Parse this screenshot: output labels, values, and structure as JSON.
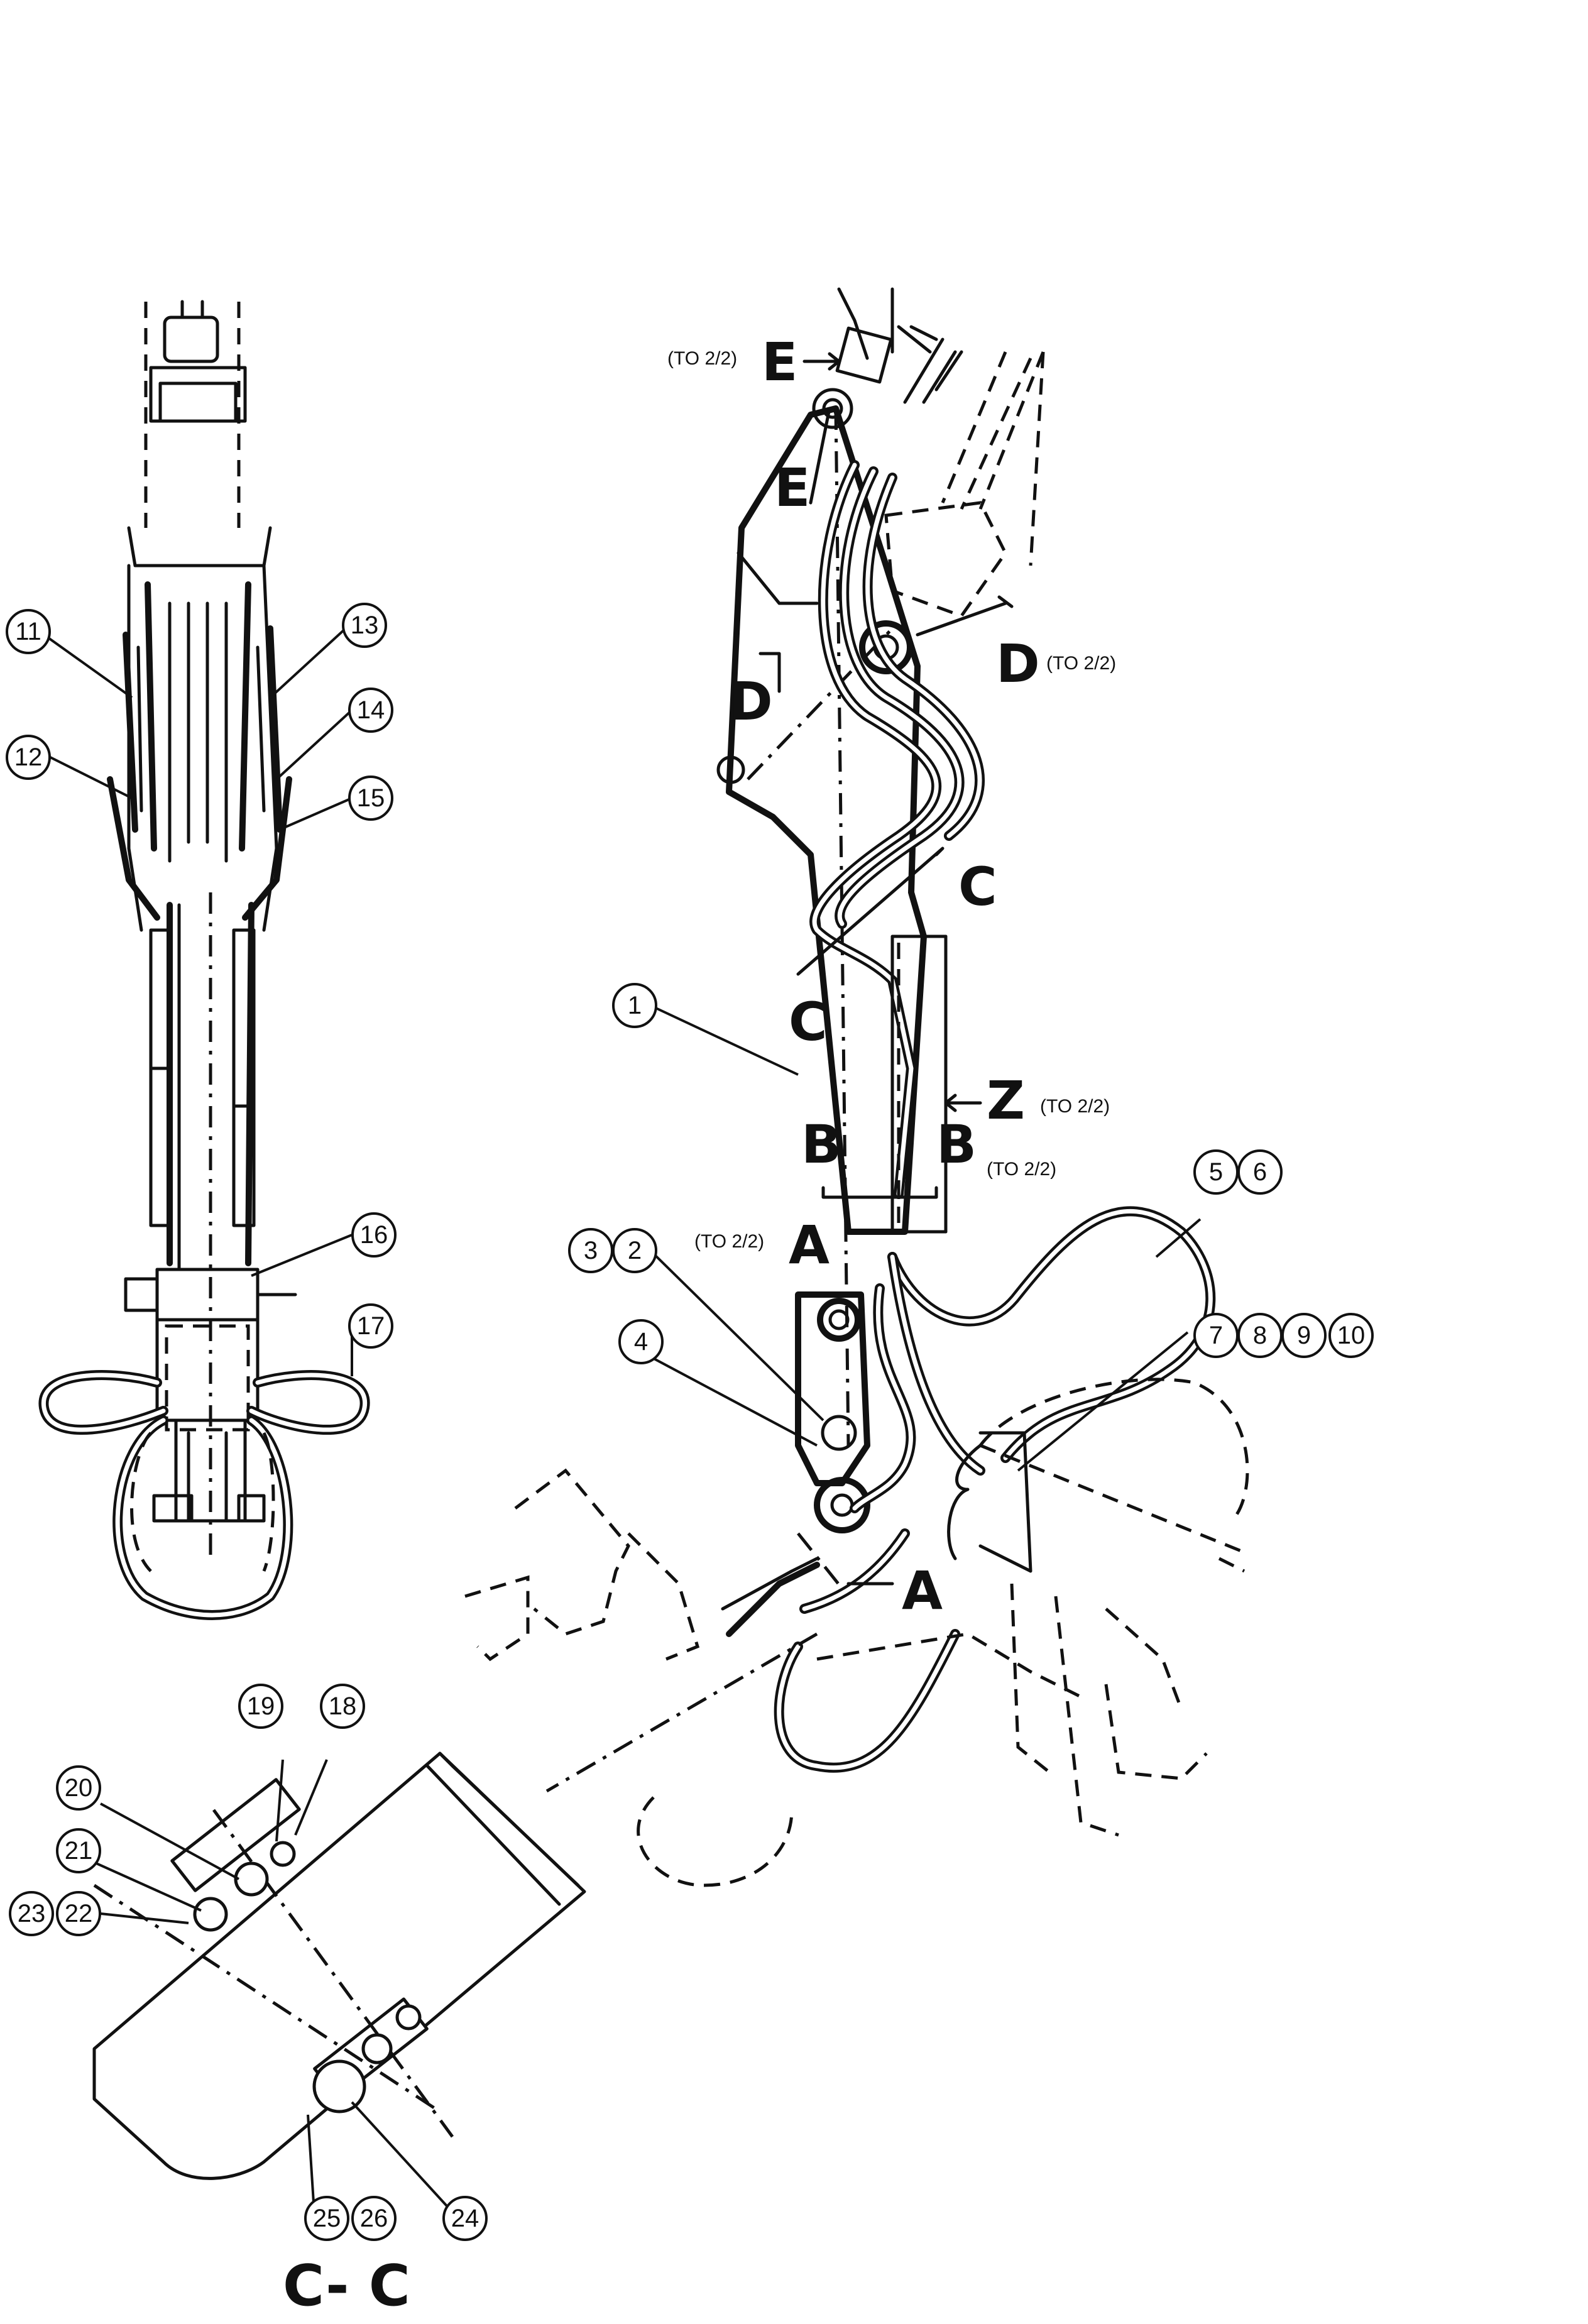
{
  "drawing": {
    "part_balloons": [
      "1",
      "2",
      "3",
      "4",
      "5",
      "6",
      "7",
      "8",
      "9",
      "10",
      "11",
      "12",
      "13",
      "14",
      "15",
      "16",
      "17",
      "18",
      "19",
      "20",
      "21",
      "22",
      "23",
      "24",
      "25",
      "26"
    ],
    "section_letters": {
      "A": "A",
      "B": "B",
      "C": "C",
      "D": "D",
      "E": "E",
      "Z": "Z"
    },
    "sheet_reference": "(TO 2/2)",
    "section_view_title": "C- C"
  }
}
